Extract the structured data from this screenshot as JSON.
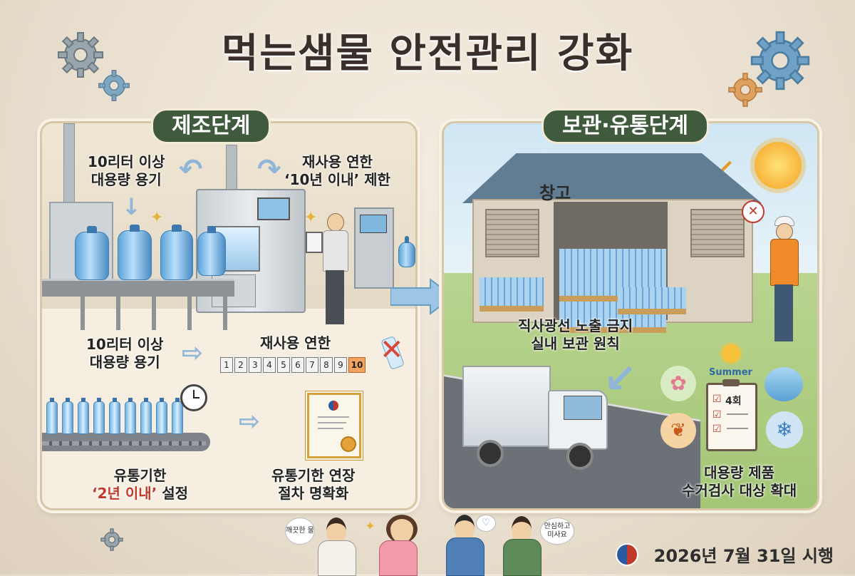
{
  "title": "먹는샘물 안전관리 강화",
  "left_panel": {
    "header": "제조단계",
    "container_label_top": [
      "10리터 이상",
      "대용량 용기"
    ],
    "reuse_label_top": [
      "재사용 연한",
      "‘10년 이내’ 제한"
    ],
    "container_label_mid": [
      "10리터 이상",
      "대용량 용기"
    ],
    "reuse_label_mid": "재사용 연한",
    "reuse_numbers": [
      "1",
      "2",
      "3",
      "4",
      "5",
      "6",
      "7",
      "8",
      "9",
      "10"
    ],
    "expiry_label": [
      "유통기한",
      "‘2년 이내’",
      "설정"
    ],
    "extension_label": [
      "유통기한 연장",
      "절차 명확화"
    ]
  },
  "right_panel": {
    "header": "보관·유통단계",
    "warehouse_sign": "창고",
    "storage_label": [
      "직사광선 노출 금지",
      "실내 보관 원칙"
    ],
    "season_label": "Summer",
    "inspection_count": "4회",
    "inspection_label": [
      "대용량 제품",
      "수거검사 대상 확대"
    ]
  },
  "bubbles": [
    "깨끗한 물",
    "안심하고 미사요"
  ],
  "footer": {
    "date": "2026년 7월 31일 시행"
  },
  "colors": {
    "panel_header": "#3f5a3c",
    "accent_red": "#c0392b",
    "bottle_blue": "#5aa3d8"
  }
}
